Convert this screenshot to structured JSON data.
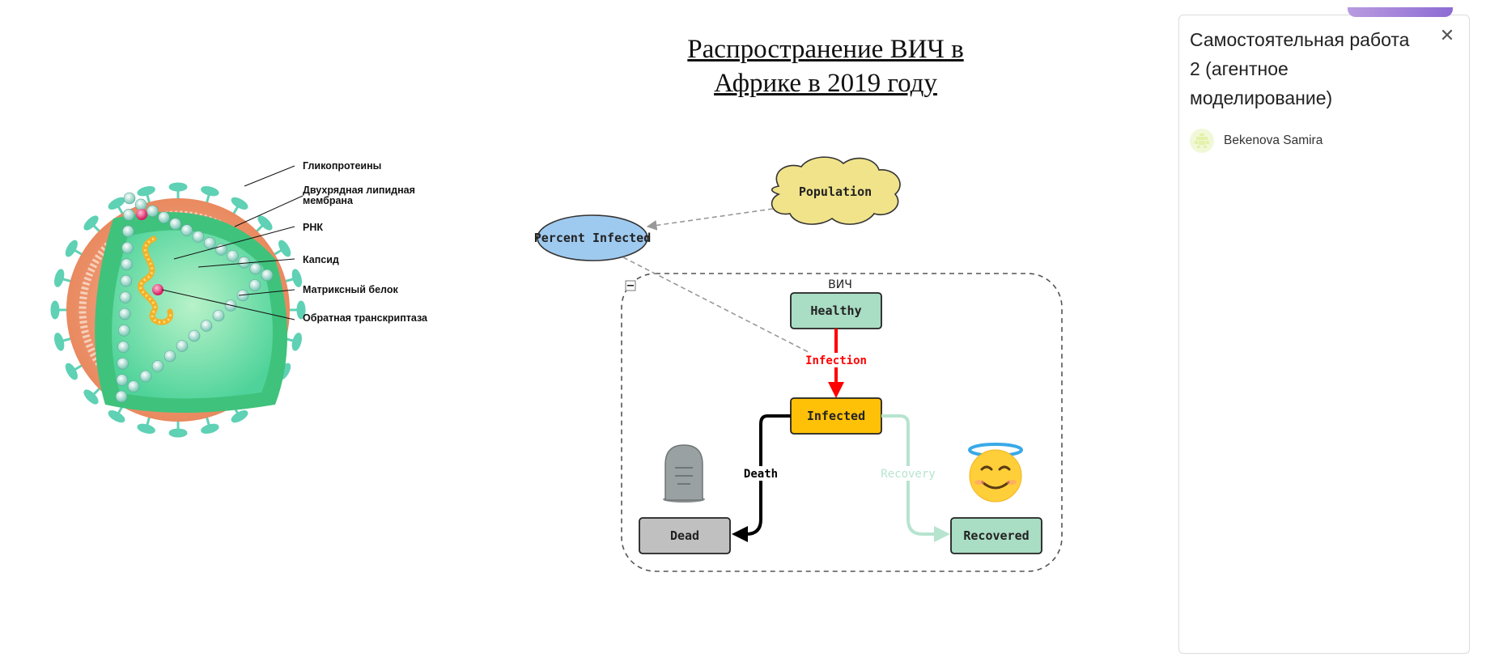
{
  "board": {
    "title_line1": "Распространение ВИЧ в",
    "title_line2": "Африке в 2019 году"
  },
  "virus_diagram": {
    "labels": [
      "Гликопротеины",
      "Двухрядная липидная мембрана",
      "РНК",
      "Капсид",
      "Матриксный белок",
      "Обратная транскриптаза"
    ],
    "membrane_label_line1": "Двухрядная липидная",
    "membrane_label_line2": "мембрана"
  },
  "model": {
    "group_label": "ВИЧ",
    "population": "Population",
    "percent_infected": "Percent Infected",
    "states": {
      "healthy": "Healthy",
      "infected": "Infected",
      "dead": "Dead",
      "recovered": "Recovered"
    },
    "transitions": {
      "infection": "Infection",
      "death": "Death",
      "recovery": "Recovery"
    },
    "collapse_symbol": "−",
    "colors": {
      "healthy": "#a9ddc4",
      "infected": "#ffc107",
      "dead": "#c0c0c0",
      "recovered": "#a9ddc4",
      "population": "#f0e38a",
      "percent_infected": "#9fcaf0",
      "infection_arrow": "#ff0000",
      "death_arrow": "#000000",
      "recovery_arrow": "#b7e4cf"
    }
  },
  "panel": {
    "title": "Самостоятельная работа 2 (агентное моделирование)",
    "close_icon": "close-icon",
    "author": "Bekenova Samira",
    "author_icon": "user-avatar-icon"
  }
}
